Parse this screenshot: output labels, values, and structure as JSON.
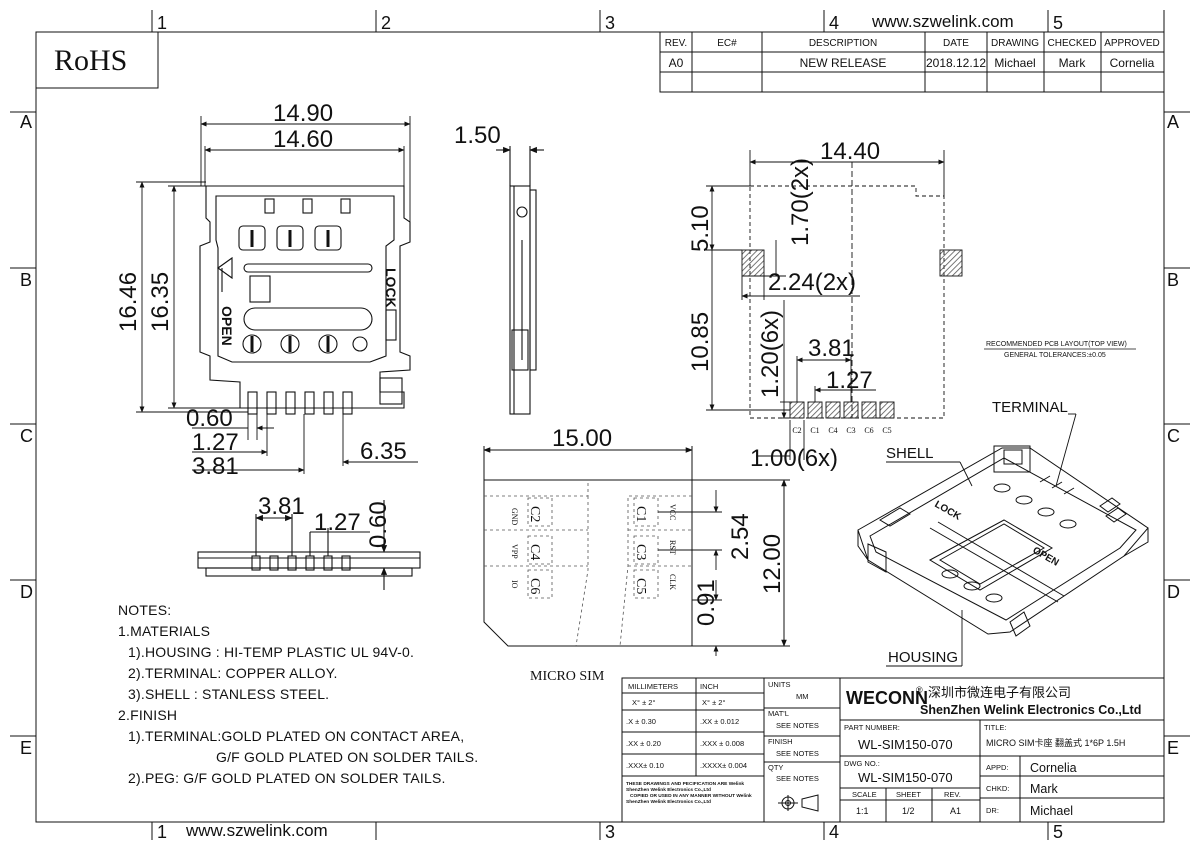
{
  "website": "www.szwelink.com",
  "rohs": "RoHS",
  "zones": {
    "columns": [
      "1",
      "2",
      "3",
      "4",
      "5"
    ],
    "rows": [
      "A",
      "B",
      "C",
      "D",
      "E"
    ]
  },
  "revision_table": {
    "headers": [
      "REV.",
      "EC#",
      "DESCRIPTION",
      "DATE",
      "DRAWING",
      "CHECKED",
      "APPROVED"
    ],
    "row": [
      "A0",
      "",
      "NEW RELEASE",
      "2018.12.12",
      "Michael",
      "Mark",
      "Cornelia"
    ]
  },
  "front_view": {
    "dims": {
      "outer_width": "14.90",
      "inner_width": "14.60",
      "outer_height": "16.46",
      "inner_height": "16.35",
      "pad_width": "0.60",
      "pitch": "1.27",
      "span": "3.81",
      "tail_offset": "6.35"
    },
    "labels": {
      "lock": "LOCK",
      "open": "OPEN"
    }
  },
  "side_view": {
    "thickness": "1.50"
  },
  "bottom_view": {
    "span": "3.81",
    "pitch": "1.27",
    "height": "0.60"
  },
  "pcb_layout": {
    "dims": {
      "width": "14.40",
      "top_offset": "5.10",
      "peg_height": "1.70(2x)",
      "peg_width": "2.24(2x)",
      "pad_span_height": "10.85",
      "pad_height": "1.20(6x)",
      "pad_span": "3.81",
      "pad_pitch": "1.27",
      "pad_width": "1.00(6x)"
    },
    "pad_labels": [
      "C2",
      "C1",
      "C4",
      "C3",
      "C6",
      "C5"
    ],
    "title": "RECOMMENDED PCB LAYOUT(TOP VIEW)",
    "tolerance": "GENERAL TOLERANCES:±0.05"
  },
  "micro_sim": {
    "width": "15.00",
    "height": "12.00",
    "contact_pitch": "2.54",
    "edge": "0.91",
    "caption": "MICRO SIM",
    "contacts_left": [
      "C2",
      "C4",
      "C6"
    ],
    "contacts_right": [
      "C1",
      "C3",
      "C5"
    ],
    "signals_left": [
      "GND",
      "VPP",
      "IO"
    ],
    "signals_right": [
      "VCC",
      "RST",
      "CLK"
    ]
  },
  "iso_view": {
    "terminal": "TERMINAL",
    "shell": "SHELL",
    "housing": "HOUSING"
  },
  "notes": [
    "NOTES:",
    "1.MATERIALS",
    "1).HOUSING : HI-TEMP PLASTIC UL 94V-0.",
    "2).TERMINAL: COPPER ALLOY.",
    "3).SHELL : STANLESS STEEL.",
    "2.FINISH",
    "1).TERMINAL:GOLD PLATED ON CONTACT AREA,",
    "G/F GOLD PLATED ON SOLDER TAILS.",
    "2).PEG: G/F GOLD PLATED ON SOLDER TAILS."
  ],
  "title_block": {
    "tolerances": {
      "head_mm": "MILLIMETERS",
      "head_inch": "INCH",
      "angle_mm": "X° ± 2°",
      "angle_inch": "X° ± 2°",
      "rows_mm": [
        ".X    ± 0.30",
        ".XX   ± 0.20",
        ".XXX± 0.10"
      ],
      "rows_inch": [
        ".XX   ± 0.012",
        ".XXX  ± 0.008",
        ".XXXX± 0.004"
      ]
    },
    "units_label": "UNITS",
    "units_value": "MM",
    "matl_label": "MAT'L",
    "matl_value": "SEE NOTES",
    "finish_label": "FINISH",
    "finish_value": "SEE NOTES",
    "qty_label": "QTY",
    "qty_value": "SEE NOTES",
    "disclaimer": [
      "THESE DRAWINGS AND PECIFICATION ARE Welink",
      "ShenZhen Welink Electronics Co.,Ltd",
      "COPIED OR USED IN ANY MANNER WITHOUT Welink",
      "ShenZhen Welink Electronics Co.,Ltd"
    ],
    "brand": "WECONN",
    "brand_mark": "®",
    "company_cn": "深圳市微连电子有限公司",
    "company_en": "ShenZhen Welink Electronics Co.,Ltd",
    "part_label": "PART NUMBER:",
    "part_number": "WL-SIM150-070",
    "title_label": "TITLE:",
    "title_value": "MICRO SIM卡座 翻盖式 1*6P 1.5H",
    "dwg_label": "DWG NO.:",
    "dwg_number": "WL-SIM150-070",
    "scale_label": "SCALE",
    "scale_value": "1:1",
    "sheet_label": "SHEET",
    "sheet_value": "1/2",
    "rev_label": "REV.",
    "rev_value": "A1",
    "appd_label": "APPD:",
    "appd_value": "Cornelia",
    "chkd_label": "CHKD:",
    "chkd_value": "Mark",
    "dr_label": "DR:",
    "dr_value": "Michael"
  },
  "colors": {
    "line": "#111111",
    "hatch": "#555555"
  }
}
